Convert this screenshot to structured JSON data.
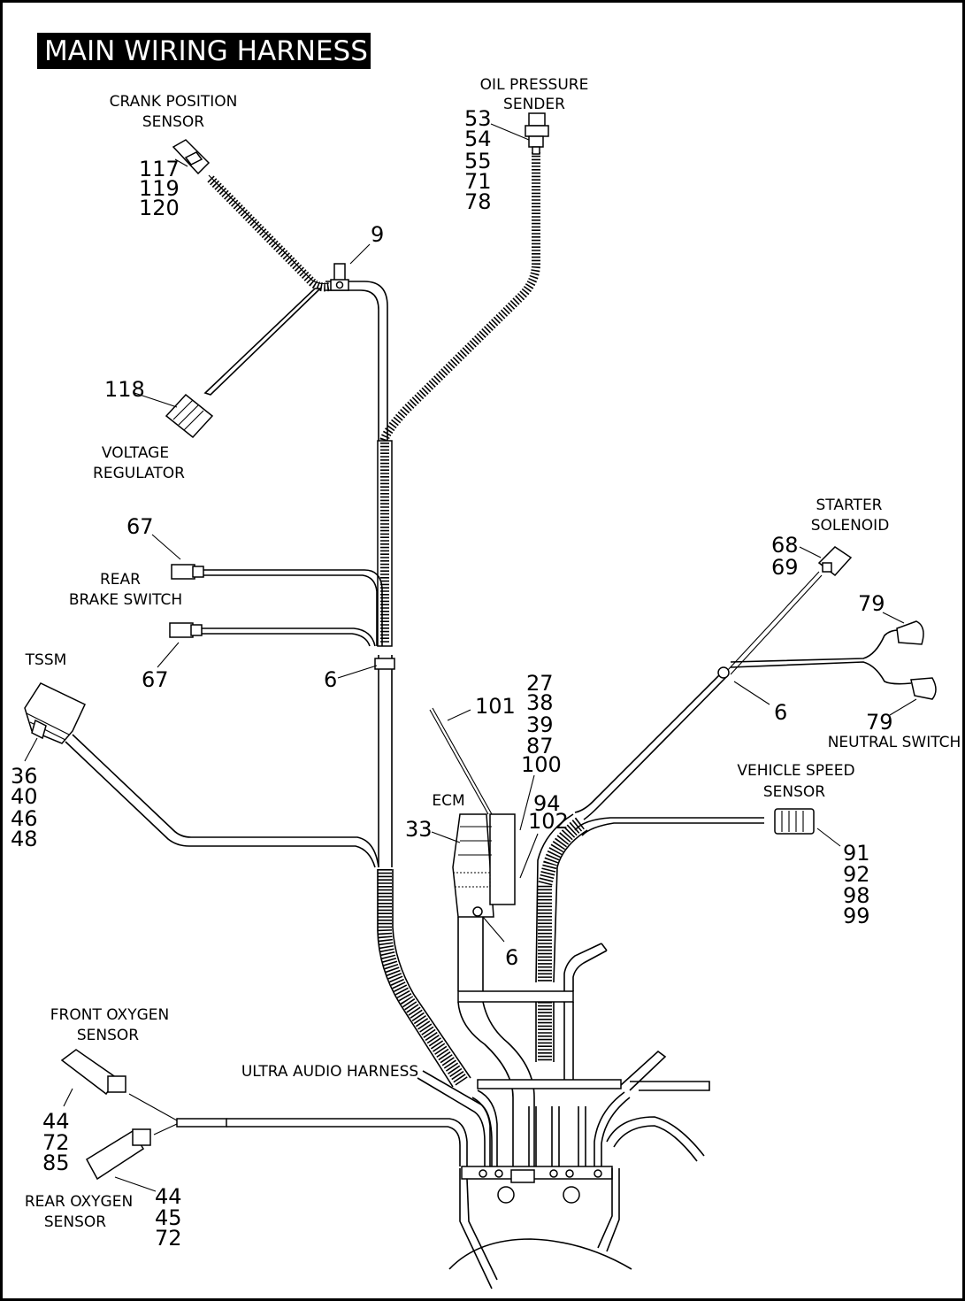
{
  "title": "MAIN WIRING HARNESS",
  "labels": {
    "crank_position_sensor": [
      "CRANK POSITION",
      "SENSOR"
    ],
    "oil_pressure_sender": [
      "OIL PRESSURE",
      "SENDER"
    ],
    "voltage_regulator": [
      "VOLTAGE",
      "REGULATOR"
    ],
    "rear_brake_switch": [
      "REAR",
      "BRAKE SWITCH"
    ],
    "tssm": [
      "TSSM"
    ],
    "starter_solenoid": [
      "STARTER",
      "SOLENOID"
    ],
    "neutral_switch": [
      "NEUTRAL SWITCH"
    ],
    "vehicle_speed_sensor": [
      "VEHICLE SPEED",
      "SENSOR"
    ],
    "ecm": [
      "ECM"
    ],
    "front_oxygen_sensor": [
      "FRONT OXYGEN",
      "SENSOR"
    ],
    "ultra_audio_harness": [
      "ULTRA AUDIO HARNESS"
    ],
    "rear_oxygen_sensor": [
      "REAR OXYGEN",
      "SENSOR"
    ]
  },
  "callouts": {
    "crank": [
      "117",
      "119",
      "120"
    ],
    "oil": [
      "53",
      "54",
      "55",
      "71",
      "78"
    ],
    "clip_top": [
      "9"
    ],
    "voltage_regulator": [
      "118"
    ],
    "brake_switch_top": [
      "67"
    ],
    "brake_switch_bottom": [
      "67"
    ],
    "clamp_left": [
      "6"
    ],
    "tssm": [
      "36",
      "40",
      "46",
      "48"
    ],
    "starter": [
      "68",
      "69"
    ],
    "neutral_top": [
      "79"
    ],
    "neutral_bottom": [
      "79"
    ],
    "clamp_right": [
      "6"
    ],
    "ecm_group": [
      "27",
      "38",
      "39",
      "87",
      "100"
    ],
    "ecm_strap": [
      "101"
    ],
    "ecm_right": [
      "94",
      "102"
    ],
    "ecm_left": [
      "33"
    ],
    "ecm_clamp": [
      "6"
    ],
    "vss": [
      "91",
      "92",
      "98",
      "99"
    ],
    "front_o2": [
      "44",
      "72",
      "85"
    ],
    "rear_o2": [
      "44",
      "45",
      "72"
    ]
  }
}
